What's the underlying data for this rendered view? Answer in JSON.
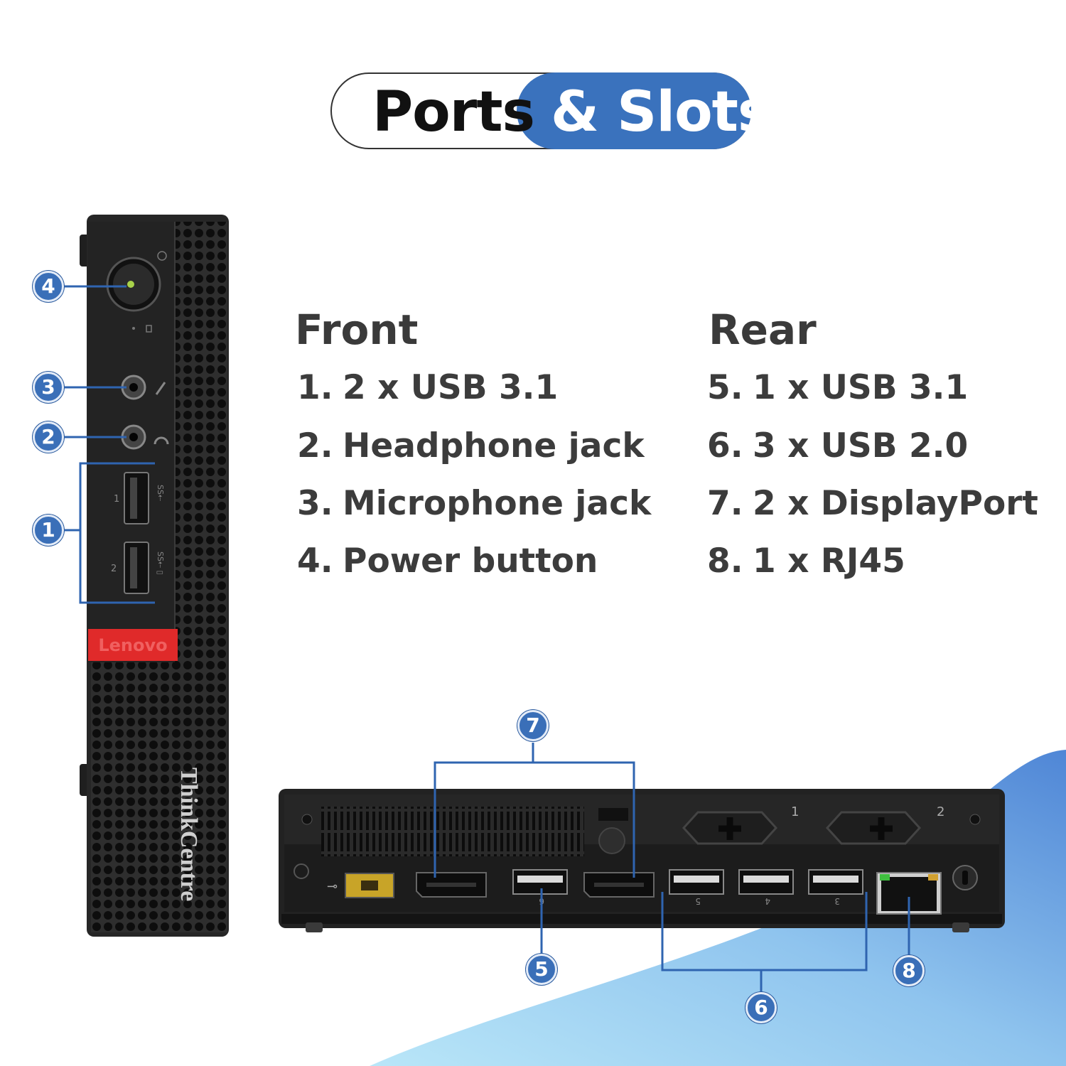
{
  "title": {
    "part1": "Ports",
    "part2": "& Slots"
  },
  "colors": {
    "accent": "#3a72bd",
    "device": "#2b2b2b",
    "lenovo_red": "#d62b2b",
    "text": "#3c3c3c"
  },
  "front": {
    "heading": "Front",
    "items": [
      {
        "num": "1.",
        "label": "2 x USB 3.1"
      },
      {
        "num": "2.",
        "label": "Headphone jack"
      },
      {
        "num": "3.",
        "label": "Microphone jack"
      },
      {
        "num": "4.",
        "label": "Power button"
      }
    ]
  },
  "rear": {
    "heading": "Rear",
    "items": [
      {
        "num": "5.",
        "label": "1 x USB 3.1"
      },
      {
        "num": "6.",
        "label": "3 x USB 2.0"
      },
      {
        "num": "7.",
        "label": "2 x DisplayPort"
      },
      {
        "num": "8.",
        "label": "1 x RJ45"
      }
    ]
  },
  "callouts": {
    "c1": "1",
    "c2": "2",
    "c3": "3",
    "c4": "4",
    "c5": "5",
    "c6": "6",
    "c7": "7",
    "c8": "8"
  },
  "device_labels": {
    "brand": "Lenovo",
    "model": "ThinkCentre",
    "front_usb_1": "1",
    "front_usb_2": "2",
    "slot_1": "1",
    "slot_2": "2",
    "rear_usb_5": "5",
    "rear_usb_4": "4",
    "rear_usb_3": "3",
    "rear_usb_6": "6"
  }
}
